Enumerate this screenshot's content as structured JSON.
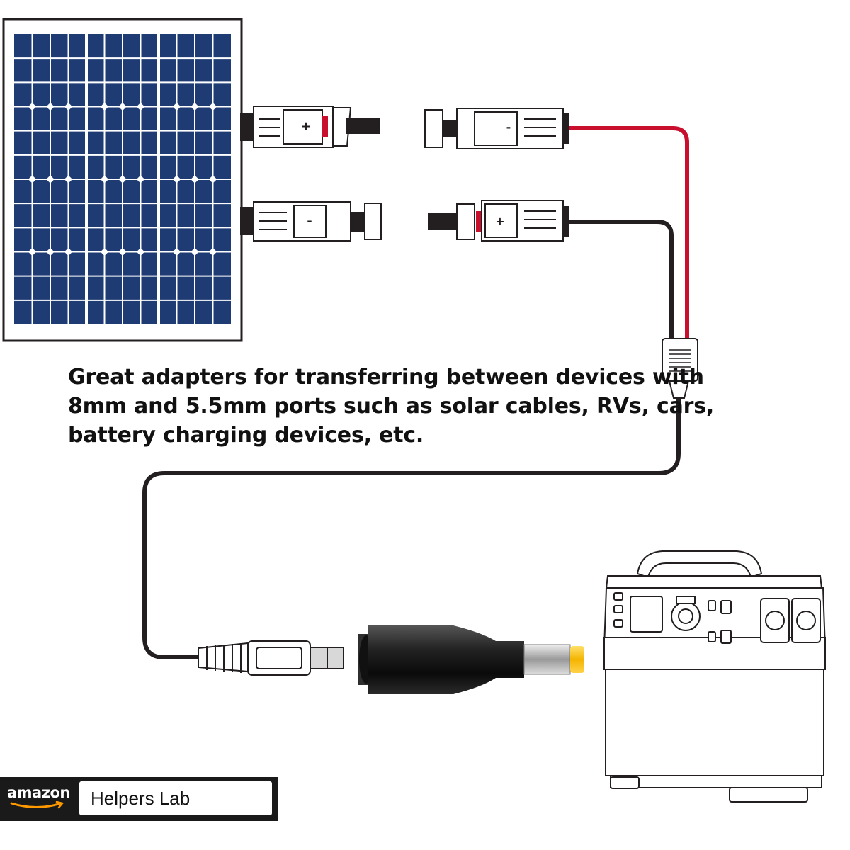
{
  "caption": {
    "line1": "Great adapters for transferring between devices with",
    "line2": "8mm and 5.5mm ports such as solar cables, RVs, cars,",
    "line3": "battery charging devices, etc."
  },
  "badge": {
    "logo": "amazon",
    "store_name": "Helpers Lab"
  },
  "connectors": {
    "positive_symbol": "+",
    "negative_symbol": "-"
  },
  "colors": {
    "panel_cell": "#1f3b73",
    "panel_grid": "#ffffff",
    "cable_red": "#c8102e",
    "cable_black": "#231f20",
    "connector_body": "#ffffff",
    "connector_outline": "#231f20",
    "plug_tip": "#f4c20d",
    "badge_bg": "#1a1a1a",
    "smile": "#f90"
  }
}
